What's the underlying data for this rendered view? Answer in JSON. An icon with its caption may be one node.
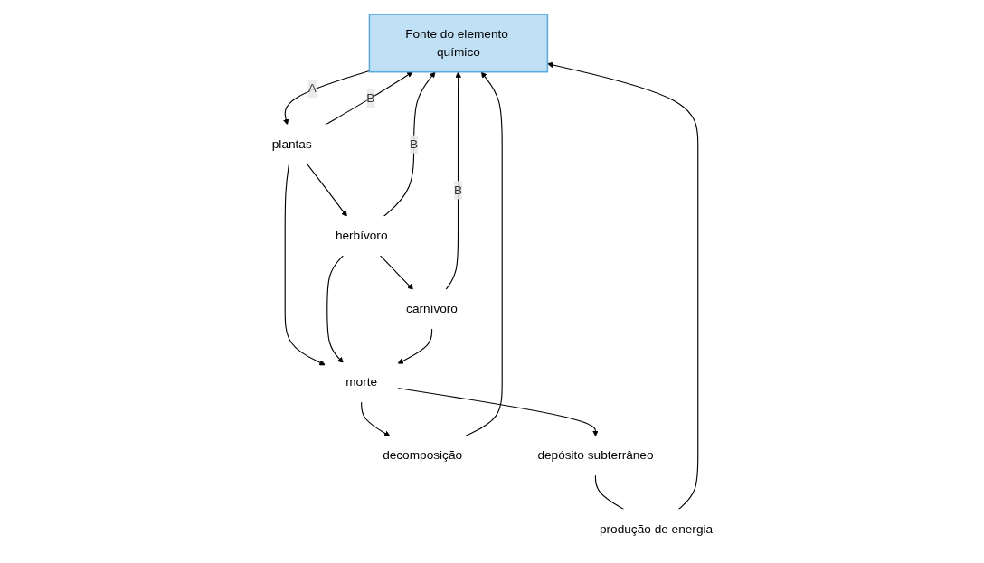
{
  "diagram": {
    "nodes": [
      {
        "text": [
          "Fonte do elemento químico"
        ]
      },
      {
        "text": [
          "plantas"
        ]
      },
      {
        "text": [
          "herbívoro"
        ]
      },
      {
        "text": [
          "carnívoro"
        ]
      },
      {
        "text": [
          "produção de energia"
        ]
      },
      {
        "text": [
          "morte"
        ]
      },
      {
        "text": [
          "decomposição"
        ]
      },
      {
        "text": [
          "depósito subterrâneo"
        ]
      }
    ],
    "edges": [
      {
        "from": 0,
        "to": 1,
        "arrow": "to",
        "label": "A"
      },
      {
        "from": 1,
        "to": 0,
        "arrow": "to",
        "label": "B"
      },
      {
        "from": 2,
        "to": 0,
        "arrow": "to",
        "label": "B"
      },
      {
        "from": 3,
        "to": 0,
        "arrow": "to",
        "label": "B"
      },
      {
        "from": 1,
        "to": 2,
        "arrow": "to"
      },
      {
        "from": 2,
        "to": 3,
        "arrow": "to"
      },
      {
        "from": 1,
        "to": 5,
        "arrow": "to"
      },
      {
        "from": 2,
        "to": 5,
        "arrow": "to"
      },
      {
        "from": 3,
        "to": 5,
        "arrow": "to"
      },
      {
        "from": 5,
        "to": 6,
        "arrow": "to"
      },
      {
        "from": 5,
        "to": 7,
        "arrow": "to"
      },
      {
        "from": 6,
        "to": 0,
        "arrow": "to"
      },
      {
        "from": 7,
        "to": 4,
        "arrow": "none"
      },
      {
        "from": 4,
        "to": 0,
        "arrow": "to"
      }
    ]
  }
}
